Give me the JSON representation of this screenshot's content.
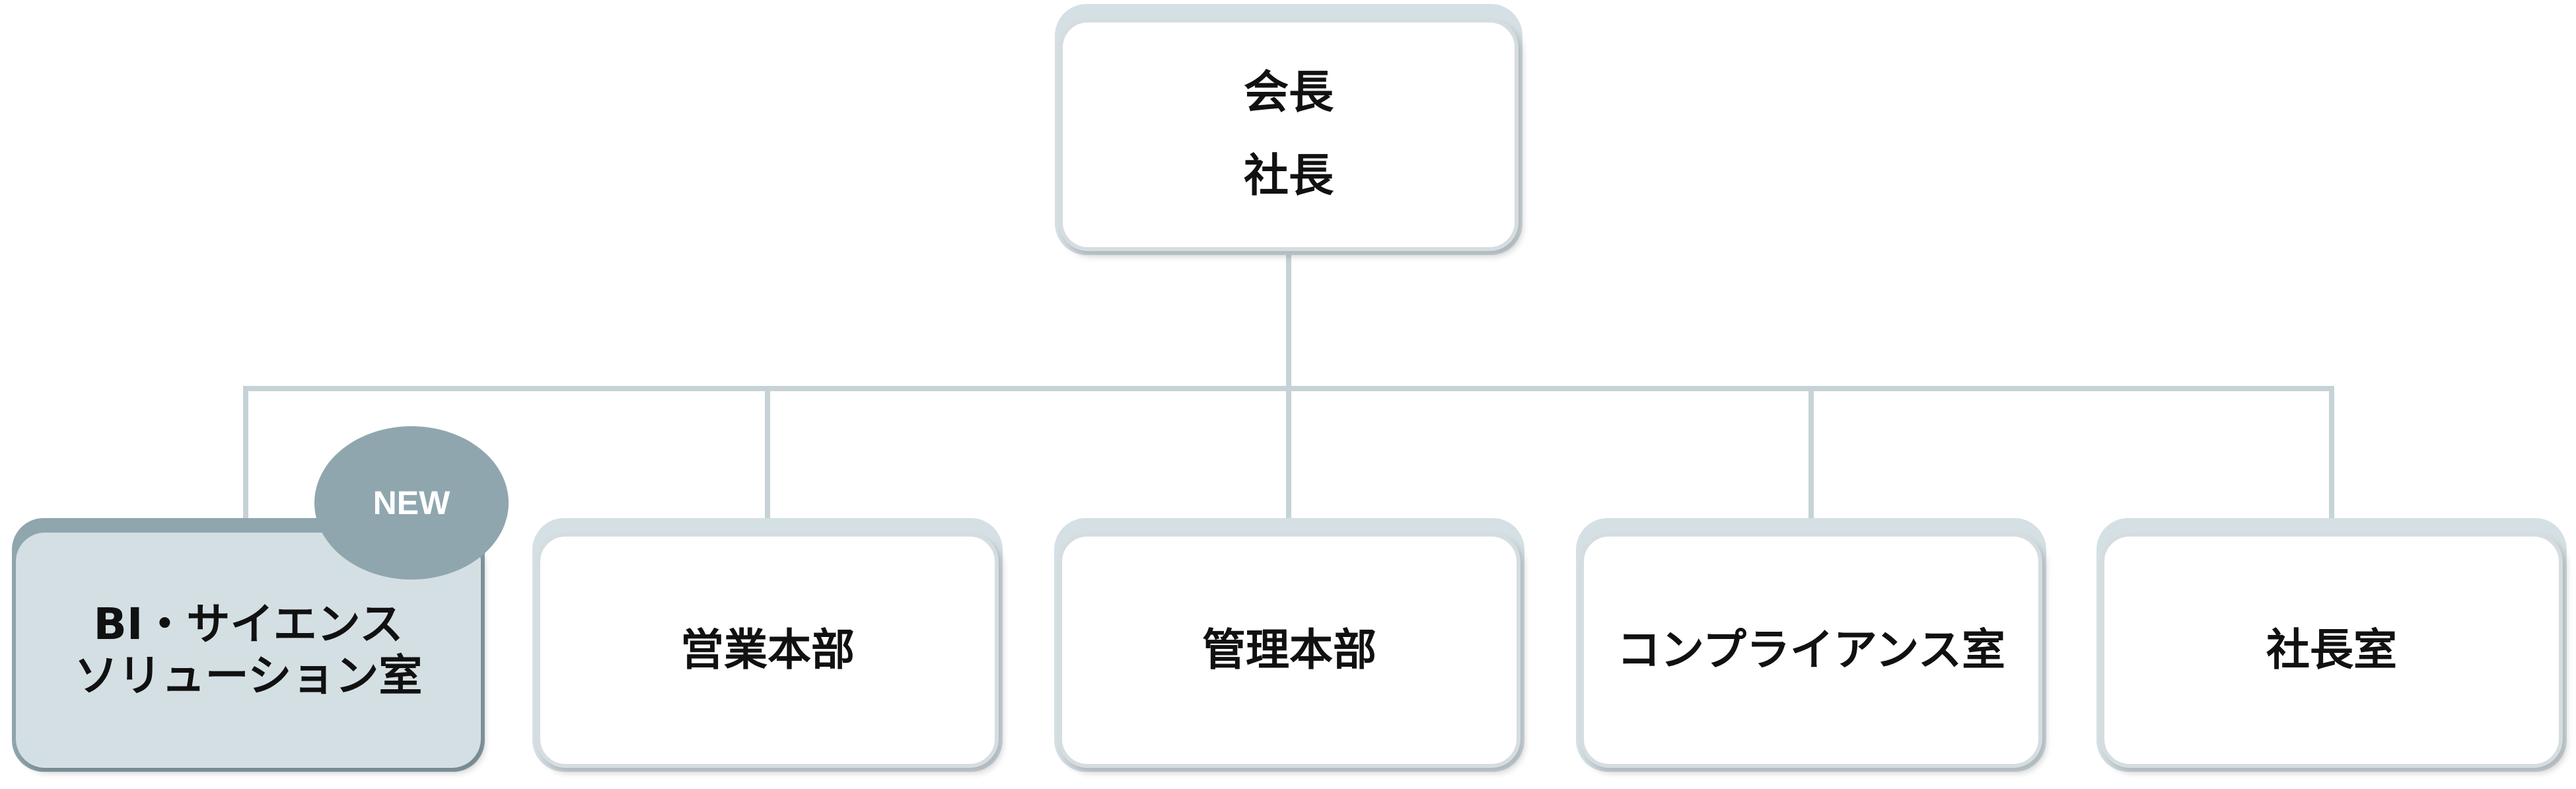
{
  "top": {
    "title_1": "会長",
    "title_2": "社長"
  },
  "departments": [
    {
      "label": "BI・サイエンス\nソリューション室",
      "highlight": true,
      "badge": "NEW"
    },
    {
      "label": "営業本部"
    },
    {
      "label": "管理本部"
    },
    {
      "label": "コンプライアンス室"
    },
    {
      "label": "社長室"
    }
  ],
  "colors": {
    "connector": "#c6d2d6",
    "highlight_box": "#d4dfe4",
    "badge": "#8fa6ae"
  }
}
